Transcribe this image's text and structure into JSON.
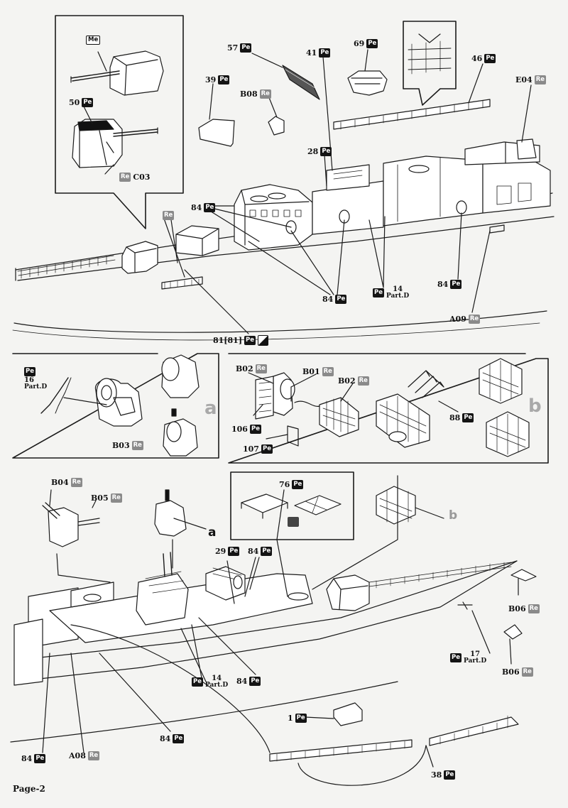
{
  "page_label": "Page-2",
  "part_labels": [
    {
      "id": "me-gun",
      "num": "",
      "tag": "Me",
      "kind": "me"
    },
    {
      "id": "50",
      "num": "50",
      "tag": "Pe",
      "kind": "pe"
    },
    {
      "id": "c03",
      "num": "C03",
      "tag": "Re",
      "kind": "re",
      "tag_first": true
    },
    {
      "id": "57",
      "num": "57",
      "tag": "Pe",
      "kind": "pe"
    },
    {
      "id": "41",
      "num": "41",
      "tag": "Pe",
      "kind": "pe"
    },
    {
      "id": "69",
      "num": "69",
      "tag": "Pe",
      "kind": "pe"
    },
    {
      "id": "46",
      "num": "46",
      "tag": "Pe",
      "kind": "pe"
    },
    {
      "id": "e04",
      "num": "E04",
      "tag": "Re",
      "kind": "re"
    },
    {
      "id": "39",
      "num": "39",
      "tag": "Pe",
      "kind": "pe"
    },
    {
      "id": "b08",
      "num": "B08",
      "tag": "Re",
      "kind": "re"
    },
    {
      "id": "28",
      "num": "28",
      "tag": "Pe",
      "kind": "pe"
    },
    {
      "id": "re-bow",
      "num": "",
      "tag": "Re",
      "kind": "re"
    },
    {
      "id": "84a",
      "num": "84",
      "tag": "Pe",
      "kind": "pe"
    },
    {
      "id": "84b",
      "num": "84",
      "tag": "Pe",
      "kind": "pe"
    },
    {
      "id": "84c",
      "num": "84",
      "tag": "Pe",
      "kind": "pe"
    },
    {
      "id": "a09",
      "num": "A09",
      "tag": "Re",
      "kind": "re"
    },
    {
      "id": "81",
      "num": "81[81]",
      "tag": "Pe",
      "kind": "pe"
    },
    {
      "id": "b02a",
      "num": "B02",
      "tag": "Re",
      "kind": "re"
    },
    {
      "id": "b01",
      "num": "B01",
      "tag": "Re",
      "kind": "re"
    },
    {
      "id": "b02b",
      "num": "B02",
      "tag": "Re",
      "kind": "re"
    },
    {
      "id": "b03",
      "num": "B03",
      "tag": "Re",
      "kind": "re"
    },
    {
      "id": "106",
      "num": "106",
      "tag": "Pe",
      "kind": "pe"
    },
    {
      "id": "107",
      "num": "107",
      "tag": "Pe",
      "kind": "pe"
    },
    {
      "id": "88",
      "num": "88",
      "tag": "Pe",
      "kind": "pe"
    },
    {
      "id": "b04",
      "num": "B04",
      "tag": "Re",
      "kind": "re"
    },
    {
      "id": "b05",
      "num": "B05",
      "tag": "Re",
      "kind": "re"
    },
    {
      "id": "76",
      "num": "76",
      "tag": "Pe",
      "kind": "pe"
    },
    {
      "id": "29",
      "num": "29",
      "tag": "Pe",
      "kind": "pe"
    },
    {
      "id": "84d",
      "num": "84",
      "tag": "Pe",
      "kind": "pe"
    },
    {
      "id": "b06a",
      "num": "B06",
      "tag": "Re",
      "kind": "re"
    },
    {
      "id": "b06b",
      "num": "B06",
      "tag": "Re",
      "kind": "re"
    },
    {
      "id": "84e",
      "num": "84",
      "tag": "Pe",
      "kind": "pe"
    },
    {
      "id": "84f",
      "num": "84",
      "tag": "Pe",
      "kind": "pe"
    },
    {
      "id": "84g",
      "num": "84",
      "tag": "Pe",
      "kind": "pe"
    },
    {
      "id": "a08",
      "num": "A08",
      "tag": "Re",
      "kind": "re"
    },
    {
      "id": "1",
      "num": "1",
      "tag": "Pe",
      "kind": "pe"
    },
    {
      "id": "38",
      "num": "38",
      "tag": "Pe",
      "kind": "pe"
    }
  ],
  "partd_labels": [
    {
      "id": "14a",
      "num": "14",
      "sub": "Part.D",
      "tag": "Pe"
    },
    {
      "id": "16",
      "num": "16",
      "sub": "Part.D",
      "tag": "Pe"
    },
    {
      "id": "14b",
      "num": "14",
      "sub": "Part.D",
      "tag": "Pe"
    },
    {
      "id": "17",
      "num": "17",
      "sub": "Part.D",
      "tag": "Pe"
    }
  ],
  "callout_letters": {
    "a": "a",
    "b": "b"
  },
  "colors": {
    "pe_tag": "#141414",
    "re_tag": "#8a8a8a",
    "line": "#1a1a1a",
    "paper": "#f4f4f2"
  }
}
